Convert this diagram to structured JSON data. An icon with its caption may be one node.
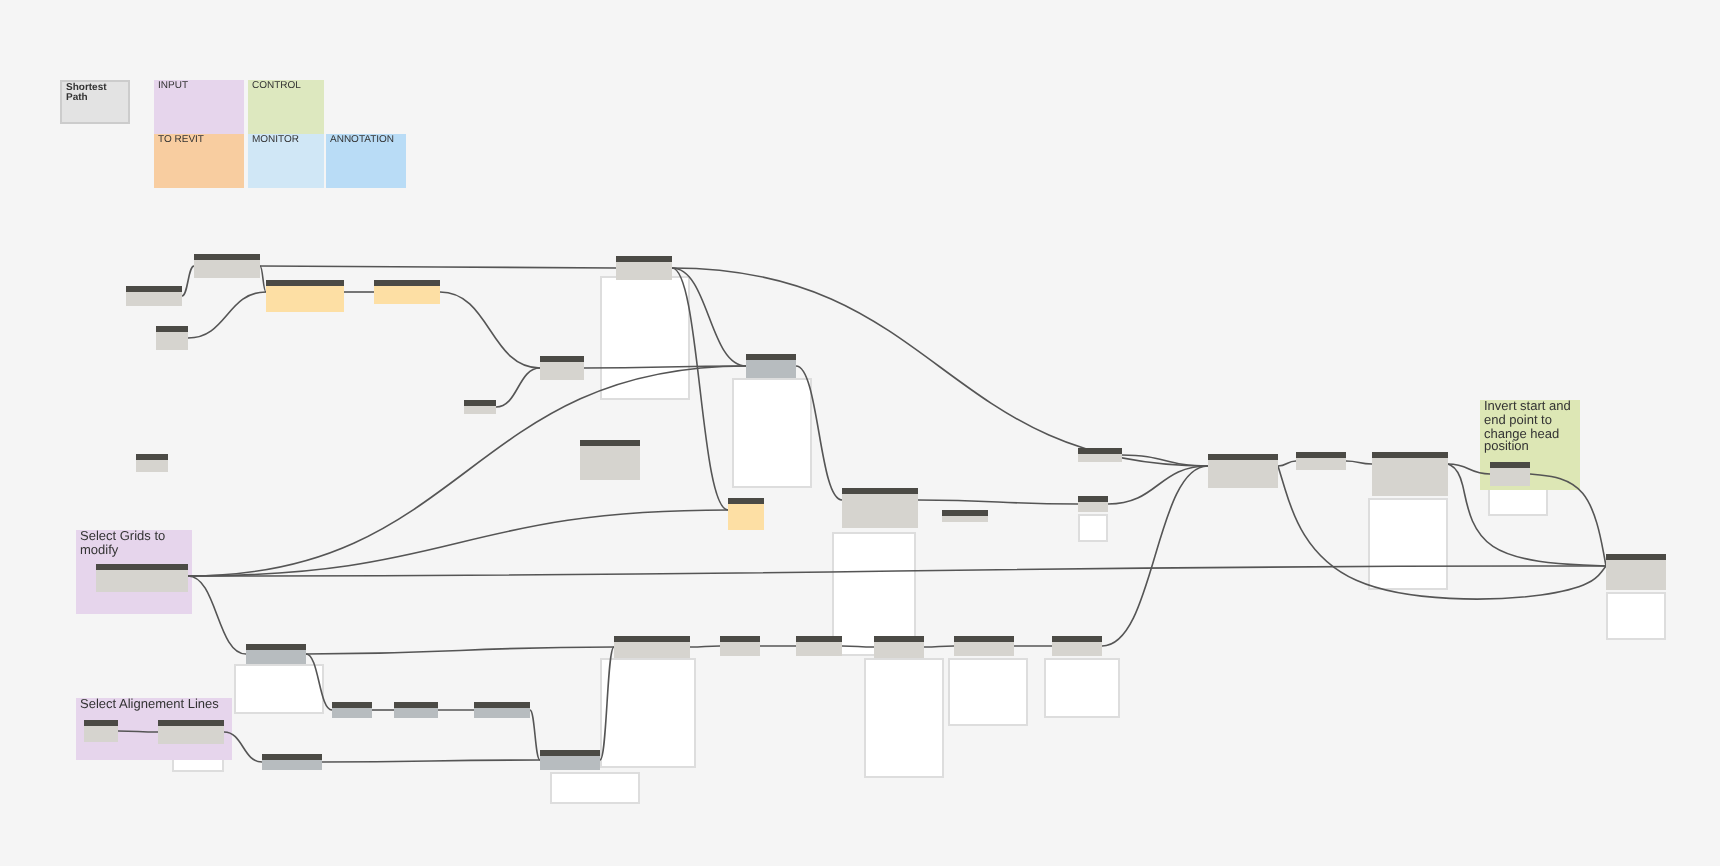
{
  "diagram": {
    "nodes": [
      {
        "text": [
          "Shortest Path"
        ]
      },
      {
        "text": [
          "INPUT"
        ]
      },
      {
        "text": [
          "CONTROL"
        ]
      },
      {
        "text": [
          "TO REVIT"
        ]
      },
      {
        "text": [
          "MONITOR"
        ]
      },
      {
        "text": [
          "ANNOTATION"
        ]
      },
      {
        "text": [
          "Select Grids to modify"
        ]
      },
      {
        "text": [
          "Select Alignement Lines"
        ]
      },
      {
        "text": [
          "Invert start and end point to change head position"
        ]
      },
      {
        "text": [],
        "shape": "box"
      },
      {
        "text": [],
        "shape": "box"
      },
      {
        "text": [],
        "shape": "box"
      },
      {
        "text": [],
        "shape": "box"
      },
      {
        "text": [],
        "shape": "box"
      },
      {
        "text": [],
        "shape": "box"
      },
      {
        "text": [],
        "shape": "box"
      },
      {
        "text": [],
        "shape": "box"
      },
      {
        "text": [],
        "shape": "box"
      },
      {
        "text": [],
        "shape": "box"
      },
      {
        "text": [],
        "shape": "box"
      },
      {
        "text": [],
        "shape": "box"
      },
      {
        "text": [],
        "shape": "box",
        "in": 6
      },
      {
        "text": [],
        "shape": "box"
      },
      {
        "text": [],
        "shape": "box"
      },
      {
        "text": [],
        "shape": "box"
      },
      {
        "text": [],
        "shape": "box"
      },
      {
        "text": [],
        "shape": "box",
        "in": 7
      },
      {
        "text": [],
        "shape": "box",
        "in": 7
      },
      {
        "text": [],
        "shape": "box"
      },
      {
        "text": [],
        "shape": "box"
      },
      {
        "text": [],
        "shape": "box"
      },
      {
        "text": [],
        "shape": "box"
      },
      {
        "text": [],
        "shape": "box"
      },
      {
        "text": [],
        "shape": "box"
      },
      {
        "text": [],
        "shape": "box"
      },
      {
        "text": [],
        "shape": "box"
      },
      {
        "text": [],
        "shape": "box"
      },
      {
        "text": [],
        "shape": "box"
      },
      {
        "text": [],
        "shape": "box"
      },
      {
        "text": [],
        "shape": "box"
      },
      {
        "text": [],
        "shape": "box"
      },
      {
        "text": [],
        "shape": "box"
      },
      {
        "text": [],
        "shape": "box"
      },
      {
        "text": [],
        "shape": "box",
        "in": 8
      },
      {
        "text": [],
        "shape": "box"
      }
    ],
    "edges": [
      {
        "from": 9,
        "to": 10,
        "arrow": "none"
      },
      {
        "from": 10,
        "to": 11,
        "arrow": "none"
      },
      {
        "from": 13,
        "to": 11,
        "arrow": "none"
      },
      {
        "from": 11,
        "to": 12,
        "arrow": "none"
      },
      {
        "from": 12,
        "to": 14,
        "arrow": "none"
      },
      {
        "from": 15,
        "to": 14,
        "arrow": "none"
      },
      {
        "from": 10,
        "to": 16,
        "arrow": "none"
      },
      {
        "from": 14,
        "to": 17,
        "arrow": "none"
      },
      {
        "from": 16,
        "to": 17,
        "arrow": "none"
      },
      {
        "from": 16,
        "to": 18,
        "arrow": "none"
      },
      {
        "from": 17,
        "to": 36,
        "arrow": "none"
      },
      {
        "from": 21,
        "to": 17,
        "arrow": "none"
      },
      {
        "from": 21,
        "to": 18,
        "arrow": "none"
      },
      {
        "from": 21,
        "to": 44,
        "arrow": "none"
      },
      {
        "from": 21,
        "to": 22,
        "arrow": "none"
      },
      {
        "from": 22,
        "to": 23,
        "arrow": "none"
      },
      {
        "from": 23,
        "to": 24,
        "arrow": "none"
      },
      {
        "from": 24,
        "to": 25,
        "arrow": "none"
      },
      {
        "from": 25,
        "to": 29,
        "arrow": "none"
      },
      {
        "from": 22,
        "to": 30,
        "arrow": "none"
      },
      {
        "from": 26,
        "to": 27,
        "arrow": "none"
      },
      {
        "from": 27,
        "to": 28,
        "arrow": "none"
      },
      {
        "from": 28,
        "to": 29,
        "arrow": "none"
      },
      {
        "from": 29,
        "to": 30,
        "arrow": "none"
      },
      {
        "from": 30,
        "to": 31,
        "arrow": "none"
      },
      {
        "from": 31,
        "to": 32,
        "arrow": "none"
      },
      {
        "from": 32,
        "to": 33,
        "arrow": "none"
      },
      {
        "from": 33,
        "to": 34,
        "arrow": "none"
      },
      {
        "from": 34,
        "to": 35,
        "arrow": "none"
      },
      {
        "from": 35,
        "to": 40,
        "arrow": "none"
      },
      {
        "from": 36,
        "to": 39,
        "arrow": "none"
      },
      {
        "from": 38,
        "to": 40,
        "arrow": "none"
      },
      {
        "from": 39,
        "to": 40,
        "arrow": "none"
      },
      {
        "from": 16,
        "to": 40,
        "arrow": "none"
      },
      {
        "from": 40,
        "to": 41,
        "arrow": "none"
      },
      {
        "from": 41,
        "to": 42,
        "arrow": "none"
      },
      {
        "from": 42,
        "to": 43,
        "arrow": "none"
      },
      {
        "from": 43,
        "to": 44,
        "arrow": "none"
      },
      {
        "from": 42,
        "to": 44,
        "arrow": "none"
      },
      {
        "from": 40,
        "to": 44,
        "arrow": "none"
      }
    ]
  }
}
